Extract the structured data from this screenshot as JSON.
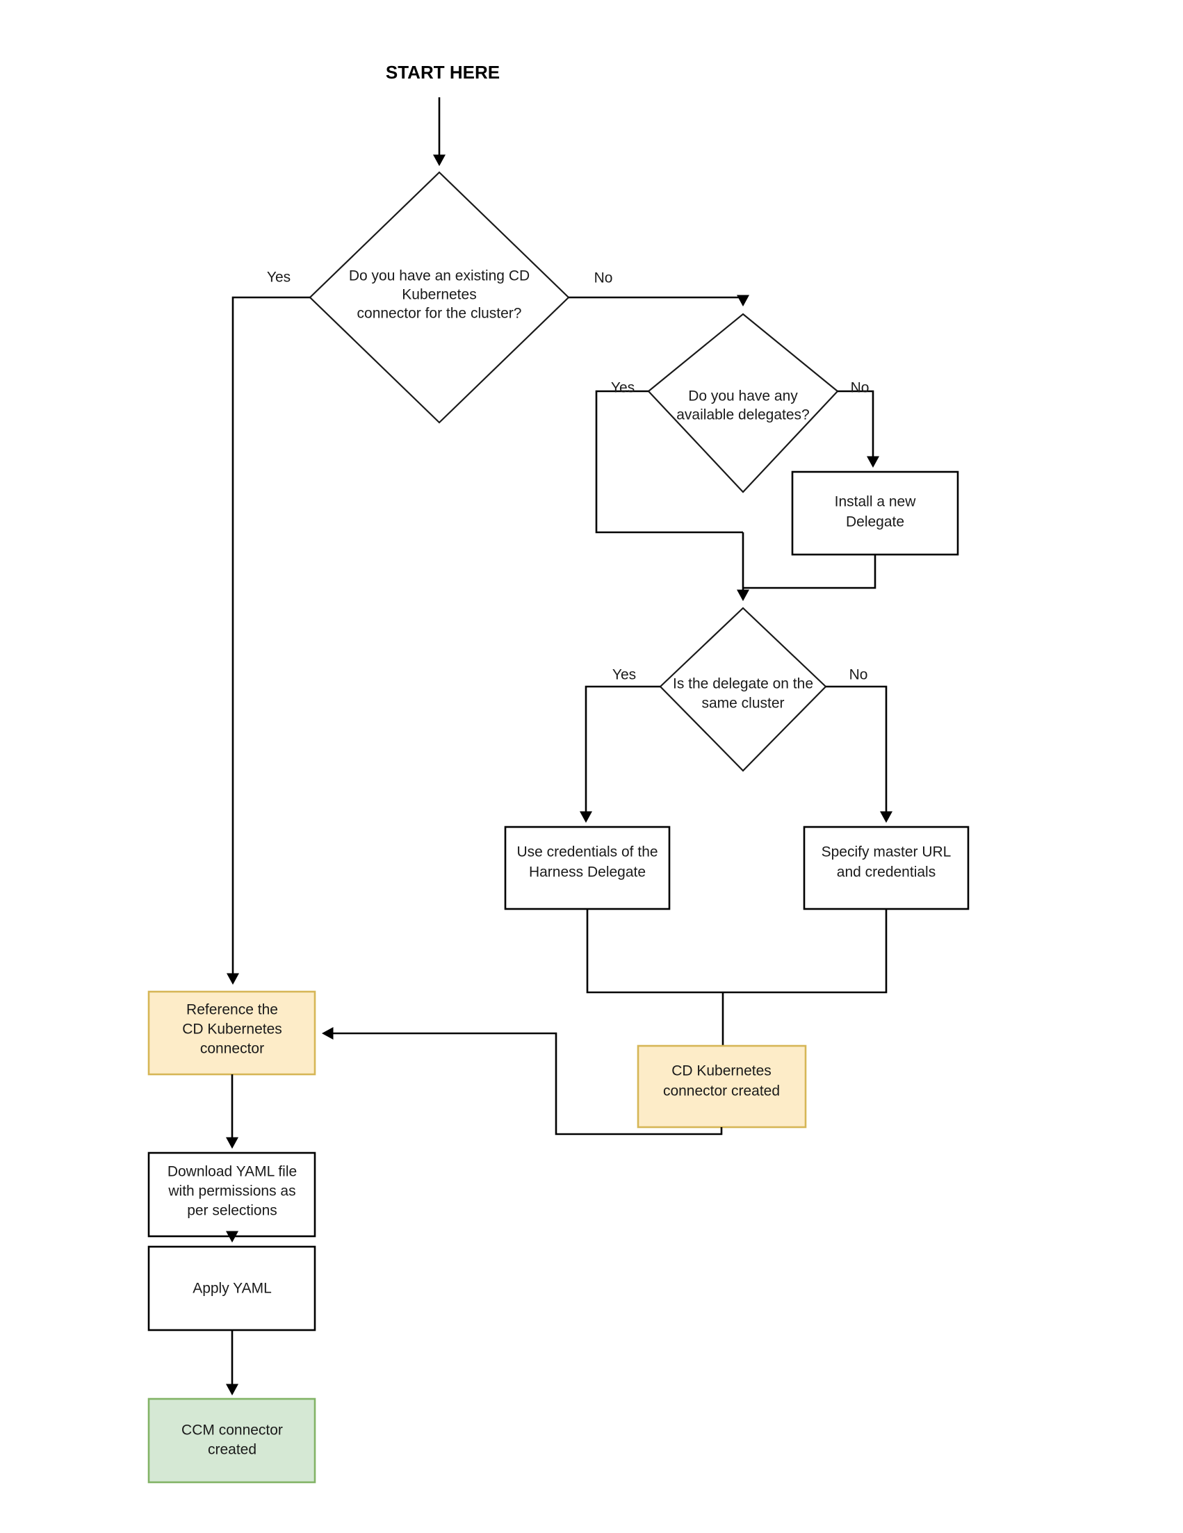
{
  "diagram": {
    "title": "START HERE",
    "type": "flowchart",
    "colors": {
      "yellow_fill": "#fdecc8",
      "yellow_stroke": "#d6b656",
      "green_fill": "#d5e8d4",
      "green_stroke": "#82b366",
      "plain_fill": "#ffffff",
      "plain_stroke": "#000000",
      "line": "#000000",
      "text": "#1a1a1a"
    }
  },
  "nodes": {
    "start": {
      "label": "START HERE",
      "kind": "title"
    },
    "d1": {
      "kind": "decision",
      "lines": [
        "Do you have an existing CD",
        "Kubernetes",
        "connector for the cluster?"
      ]
    },
    "d2": {
      "kind": "decision",
      "lines": [
        "Do you have any",
        "available delegates?"
      ]
    },
    "d3": {
      "kind": "decision",
      "lines": [
        "Is the delegate on the",
        "same cluster"
      ]
    },
    "install_delegate": {
      "kind": "process",
      "lines": [
        "Install a new",
        "Delegate"
      ]
    },
    "use_credentials": {
      "kind": "process",
      "lines": [
        "Use credentials of the",
        "Harness Delegate"
      ]
    },
    "specify_master": {
      "kind": "process",
      "lines": [
        "Specify master URL",
        "and credentials"
      ]
    },
    "reference_connector": {
      "kind": "process-yellow",
      "lines": [
        "Reference the",
        "CD Kubernetes",
        "connector"
      ]
    },
    "cd_connector_created": {
      "kind": "process-yellow",
      "lines": [
        "CD Kubernetes",
        "connector created"
      ]
    },
    "download_yaml": {
      "kind": "process",
      "lines": [
        "Download YAML file",
        "with permissions as",
        "per selections"
      ]
    },
    "apply_yaml": {
      "kind": "process",
      "lines": [
        "Apply YAML"
      ]
    },
    "ccm_created": {
      "kind": "process-green",
      "lines": [
        "CCM connector",
        "created"
      ]
    }
  },
  "edge_labels": {
    "d1_yes": "Yes",
    "d1_no": "No",
    "d2_yes": "Yes",
    "d2_no": "No",
    "d3_yes": "Yes",
    "d3_no": "No"
  }
}
